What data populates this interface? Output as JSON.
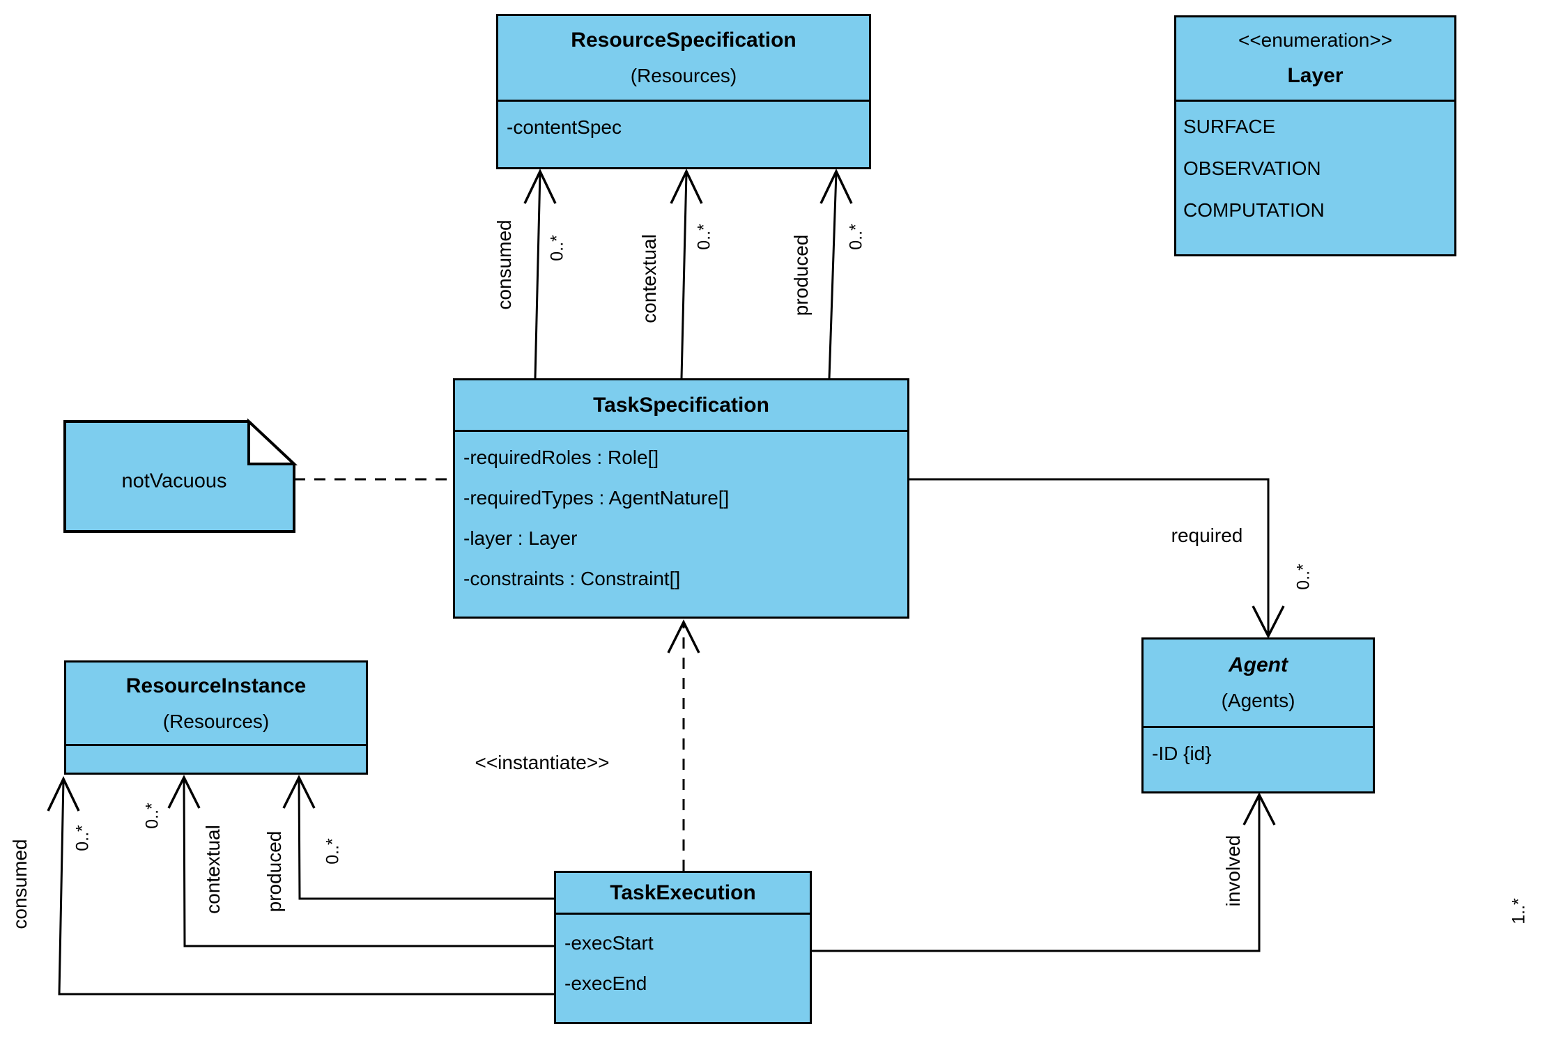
{
  "diagram": {
    "classes": {
      "resource_specification": {
        "name": "ResourceSpecification",
        "package": "(Resources)",
        "attributes": [
          "-contentSpec"
        ]
      },
      "layer_enum": {
        "stereotype": "<<enumeration>>",
        "name": "Layer",
        "literals": [
          "SURFACE",
          "OBSERVATION",
          "COMPUTATION"
        ]
      },
      "task_specification": {
        "name": "TaskSpecification",
        "attributes": [
          "-requiredRoles : Role[]",
          "-requiredTypes : AgentNature[]",
          "-layer : Layer",
          "-constraints : Constraint[]"
        ]
      },
      "resource_instance": {
        "name": "ResourceInstance",
        "package": "(Resources)",
        "attributes": []
      },
      "agent": {
        "name": "Agent",
        "package": "(Agents)",
        "attributes": [
          "-ID {id}"
        ]
      },
      "task_execution": {
        "name": "TaskExecution",
        "attributes": [
          "-execStart",
          "-execEnd"
        ]
      }
    },
    "note": {
      "text": "notVacuous"
    },
    "associations": {
      "spec_consumed": {
        "label": "consumed",
        "multiplicity": "0..*"
      },
      "spec_contextual": {
        "label": "contextual",
        "multiplicity": "0..*"
      },
      "spec_produced": {
        "label": "produced",
        "multiplicity": "0..*"
      },
      "required": {
        "label": "required",
        "multiplicity": "0..*"
      },
      "inst_consumed": {
        "label": "consumed",
        "multiplicity": "0..*"
      },
      "inst_contextual": {
        "label": "contextual",
        "multiplicity": "0..*"
      },
      "inst_produced": {
        "label": "produced",
        "multiplicity": "0..*"
      },
      "involved": {
        "label": "involved",
        "multiplicity": "1..*"
      },
      "instantiate": {
        "stereotype": "<<instantiate>>"
      }
    },
    "colors": {
      "node_fill": "#7dcdee",
      "stroke": "#000000",
      "background": "#ffffff"
    }
  }
}
